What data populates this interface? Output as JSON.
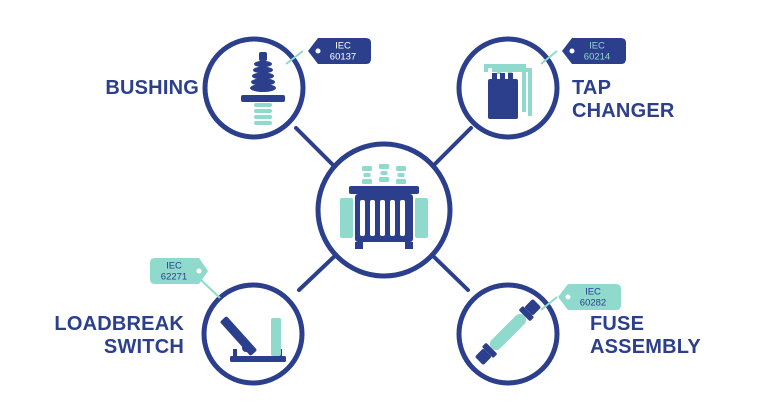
{
  "colors": {
    "navy": "#2b3f8c",
    "teal": "#8fd9cd",
    "white": "#ffffff"
  },
  "hub": {
    "icon": "transformer-icon"
  },
  "nodes": {
    "bushing": {
      "label_lines": [
        "BUSHING"
      ],
      "tag_lines": [
        "IEC",
        "60137"
      ],
      "tag_color": "navy",
      "icon": "bushing-icon"
    },
    "tap_changer": {
      "label_lines": [
        "TAP",
        "CHANGER"
      ],
      "tag_lines": [
        "IEC",
        "60214"
      ],
      "tag_color": "navy",
      "icon": "tap-changer-icon"
    },
    "loadbreak_switch": {
      "label_lines": [
        "LOADBREAK",
        "SWITCH"
      ],
      "tag_lines": [
        "IEC",
        "62271"
      ],
      "tag_color": "teal",
      "icon": "loadbreak-switch-icon"
    },
    "fuse_assembly": {
      "label_lines": [
        "FUSE",
        "ASSEMBLY"
      ],
      "tag_lines": [
        "IEC",
        "60282"
      ],
      "tag_color": "teal",
      "icon": "fuse-icon"
    }
  }
}
